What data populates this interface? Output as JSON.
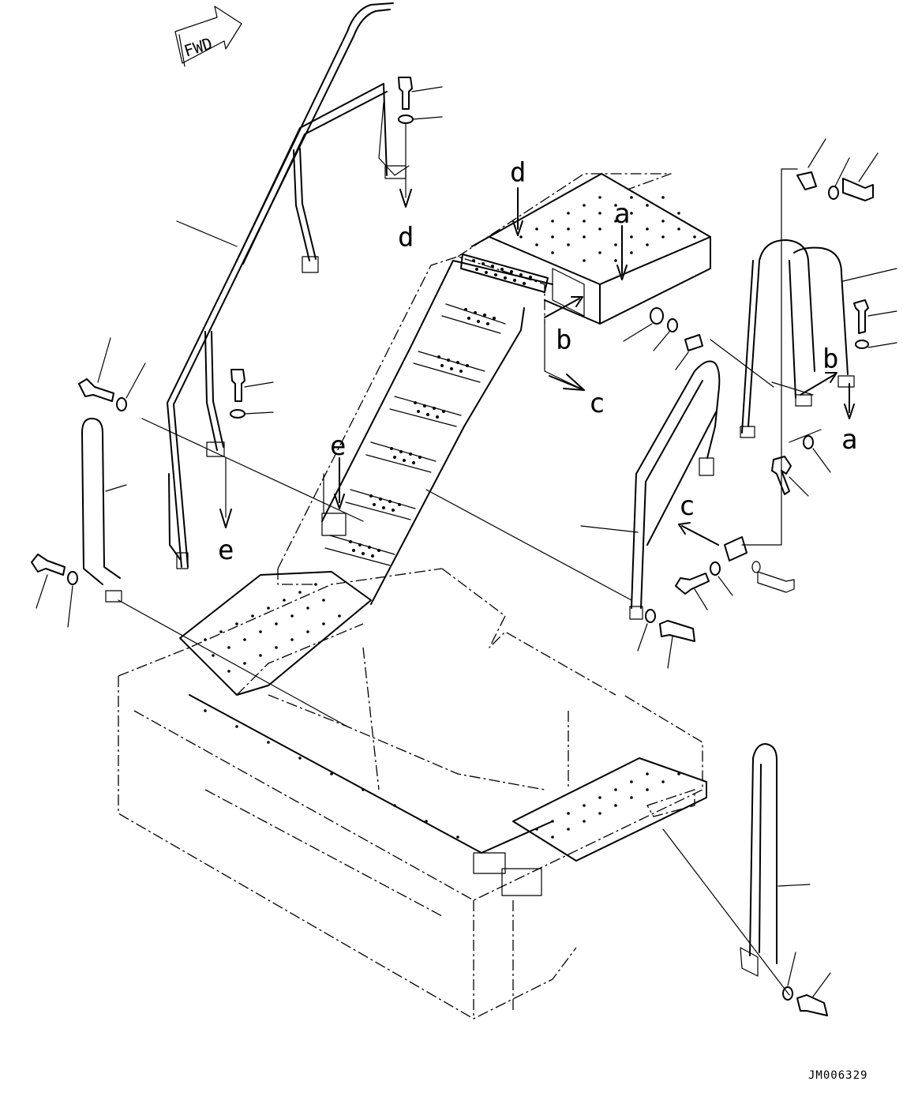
{
  "figure": {
    "forward_label": "FWD",
    "drawing_code": "JM006329"
  },
  "callouts": [
    {
      "id": "d-top",
      "letter": "d"
    },
    {
      "id": "a-top",
      "letter": "a"
    },
    {
      "id": "b-box",
      "letter": "b"
    },
    {
      "id": "c-box",
      "letter": "c"
    },
    {
      "id": "d-post",
      "letter": "d"
    },
    {
      "id": "e-left",
      "letter": "e"
    },
    {
      "id": "e-step",
      "letter": "e"
    },
    {
      "id": "b-rail",
      "letter": "b"
    },
    {
      "id": "a-rail",
      "letter": "a"
    },
    {
      "id": "c-rail",
      "letter": "c"
    }
  ]
}
